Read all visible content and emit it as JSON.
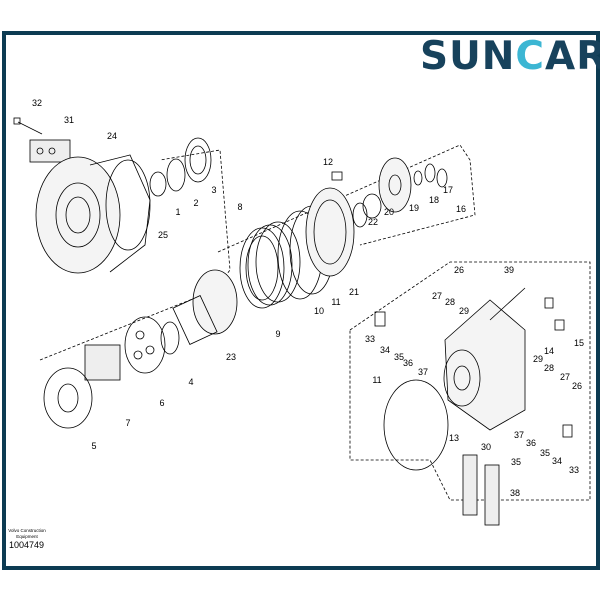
{
  "brand": {
    "logo_text_pre": "SUN",
    "logo_text_c": "C",
    "logo_text_post": "AR",
    "primary_color": "#17425c",
    "accent_color": "#3cb6d3",
    "frame_color": "#0d3b52"
  },
  "source": {
    "line1": "Volvo Construction",
    "line2": "Equipment",
    "part_number": "1004749"
  },
  "labels": [
    "32",
    "31",
    "24",
    "1",
    "2",
    "3",
    "12",
    "19",
    "20",
    "22",
    "18",
    "17",
    "16",
    "8",
    "25",
    "21",
    "11",
    "10",
    "9",
    "23",
    "4",
    "6",
    "7",
    "5",
    "26",
    "27",
    "28",
    "29",
    "39",
    "14",
    "15",
    "33",
    "34",
    "35",
    "36",
    "37",
    "11",
    "29",
    "28",
    "27",
    "26",
    "13",
    "30",
    "37",
    "36",
    "35",
    "34",
    "33",
    "35",
    "38"
  ]
}
